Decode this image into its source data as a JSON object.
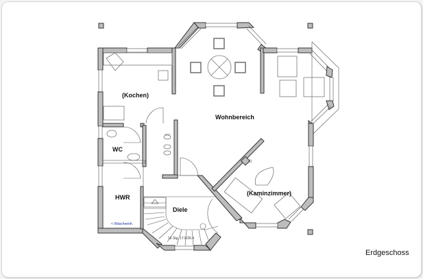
{
  "plan": {
    "title": "Erdgeschoss",
    "rooms": [
      {
        "id": "kochen",
        "label": "(Kochen)"
      },
      {
        "id": "wohnbereich",
        "label": "Wohnbereich"
      },
      {
        "id": "wc",
        "label": "WC"
      },
      {
        "id": "hwr",
        "label": "HWR"
      },
      {
        "id": "diele",
        "label": "Diele"
      },
      {
        "id": "kaminzimmer",
        "label": "(Kaminzimmer)"
      }
    ],
    "annotations": {
      "laundry_chute": "< Wäscheenh.",
      "stairs": "16 Stg. 17.5/26.4"
    },
    "colors": {
      "wall_fill": "#bdbdbd",
      "wall_stroke": "#333333",
      "furniture": "#777777",
      "annotation_blue": "#1a2fa0"
    }
  }
}
